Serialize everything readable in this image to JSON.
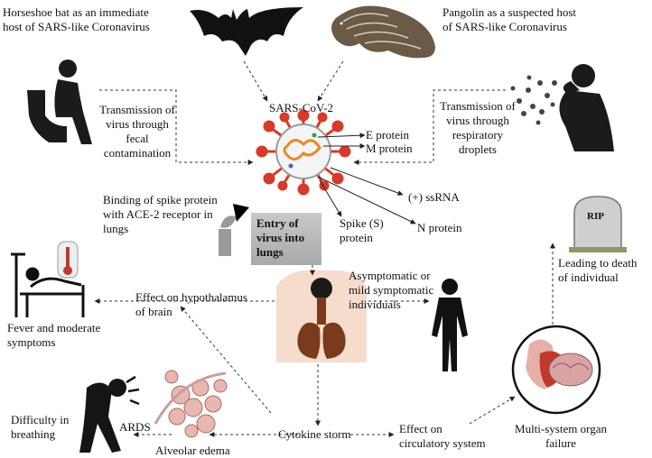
{
  "labels": {
    "bat_host": "Horseshoe bat as an immediate\nhost of SARS-like Coronavirus",
    "pangolin_host": "Pangolin as a suspected host\nof SARS-like Coronavirus",
    "virus_name": "SARS-CoV-2",
    "fecal": "Transmission of\nvirus through fecal\ncontamination",
    "respiratory": "Transmission of\nvirus through\nrespiratory\ndroplets",
    "e_protein": "E protein",
    "m_protein": "M protein",
    "ssrna": "(+) ssRNA",
    "n_protein": "N protein",
    "spike": "Spike (S)\nprotein",
    "binding": "Binding of spike protein\nwith ACE-2 receptor in\nlungs",
    "entry": "Entry of\nvirus into\nlungs",
    "asymptomatic": "Asymptomatic or\nmild symptomatic\nindividuals",
    "hypothalamus": "Effect on hypothalamus\nof brain",
    "fever": "Fever and moderate\nsymptoms",
    "death": "Leading to death\nof individual",
    "rip": "RIP",
    "difficulty": "Difficulty in\nbreathing",
    "ards": "ARDS",
    "alveolar": "Alveolar edema",
    "cytokine": "Cytokine storm",
    "circulatory": "Effect on\ncirculatory system",
    "organ_failure": "Multi-system organ\nfailure"
  },
  "colors": {
    "virus_spike": "#d63a2a",
    "virus_body": "#f4f4f4",
    "rna": "#e58a2a",
    "silhouette": "#1b1b1b",
    "lung_fill": "#f6dccd",
    "lung_brown": "#7a3b1c",
    "entry_box": "#b5b5b5",
    "heart": "#c0392b",
    "brain": "#d9a3a3",
    "edema": "#e8b7b0",
    "tomb": "#cfcfcf",
    "pangolin": "#6b5a45"
  },
  "icons": [
    "bat-icon",
    "pangolin-icon",
    "toilet-person-icon",
    "sneezing-person-icon",
    "virus-icon",
    "receptor-icon",
    "hospital-bed-icon",
    "thermometer-icon",
    "lungs-icon",
    "human-silhouette-icon",
    "tombstone-icon",
    "organ-circle-icon",
    "alveoli-icon",
    "breathless-person-icon"
  ]
}
